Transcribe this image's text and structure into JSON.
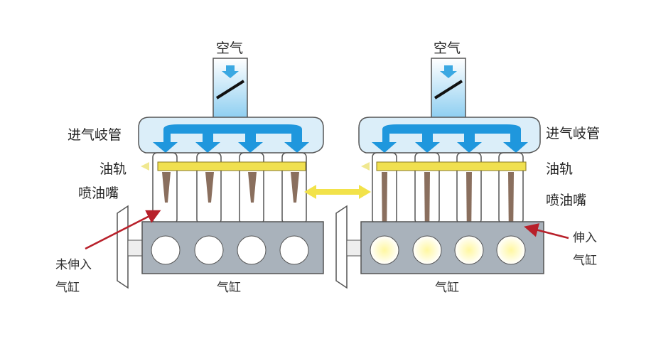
{
  "left_diagram": {
    "air": "空气",
    "intake_manifold": "进气岐管",
    "fuel_rail": "油轨",
    "injector": "喷油嘴",
    "not_inserted_line1": "未伸入",
    "not_inserted_line2": "气缸",
    "cylinder": "气缸"
  },
  "right_diagram": {
    "air": "空气",
    "intake_manifold": "进气岐管",
    "fuel_rail": "油轨",
    "injector": "喷油嘴",
    "inserted_line1": "伸入",
    "inserted_line2": "气缸",
    "cylinder": "气缸"
  },
  "colors": {
    "air_blue": "#2a9fe0",
    "fuel_yellow": "#f0e050",
    "block_gray": "#a9b2bb",
    "arrow_red": "#b8202a",
    "injector_brown": "#8a6f5e"
  }
}
